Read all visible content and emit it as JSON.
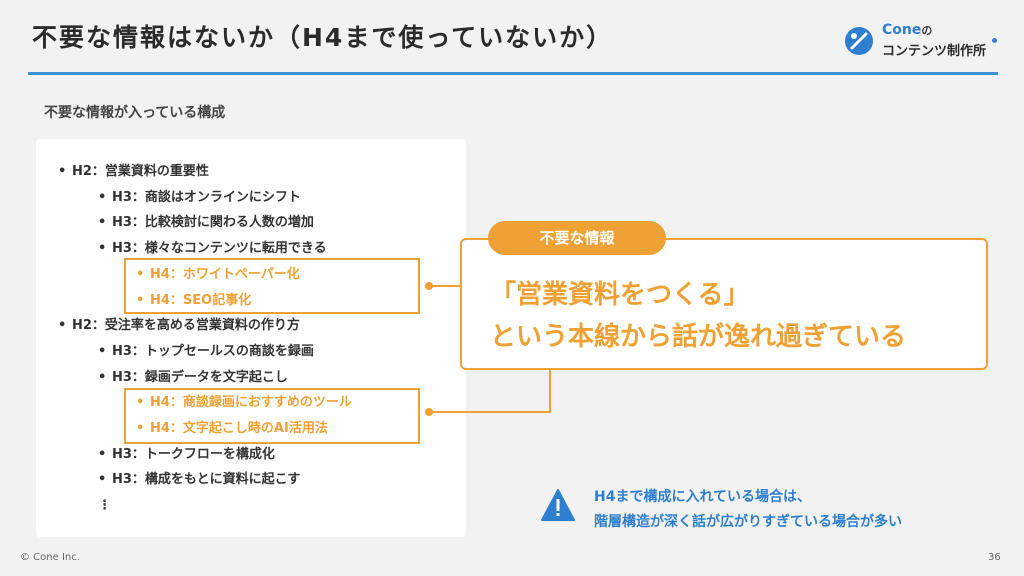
{
  "title": "不要な情報はないか（H4まで使っていないか）",
  "logo": {
    "brand": "Cone",
    "brand_suffix": "の",
    "sub": "コンテンツ制作所"
  },
  "subtitle": "不要な情報が入っている構成",
  "outline": [
    {
      "level": "h2",
      "text": "H2：営業資料の重要性"
    },
    {
      "level": "h3",
      "text": "H3：商談はオンラインにシフト"
    },
    {
      "level": "h3",
      "text": "H3：比較検討に関わる人数の増加"
    },
    {
      "level": "h3",
      "text": "H3：様々なコンテンツに転用できる"
    },
    {
      "level": "h4",
      "text": "H4：ホワイトペーパー化"
    },
    {
      "level": "h4",
      "text": "H4：SEO記事化"
    },
    {
      "level": "h2",
      "text": "H2：受注率を高める営業資料の作り方"
    },
    {
      "level": "h3",
      "text": "H3：トップセールスの商談を録画"
    },
    {
      "level": "h3",
      "text": "H3：録画データを文字起こし"
    },
    {
      "level": "h4",
      "text": "H4：商談録画におすすめのツール"
    },
    {
      "level": "h4",
      "text": "H4：文字起こし時のAI活用法"
    },
    {
      "level": "h3",
      "text": "H3：トークフローを構成化"
    },
    {
      "level": "h3",
      "text": "H3：構成をもとに資料に起こす"
    },
    {
      "level": "more",
      "text": "⋮"
    }
  ],
  "bullet": "•",
  "callout": {
    "tag": "不要な情報",
    "line1": "「営業資料をつくる」",
    "line2": "という本線から話が逸れ過ぎている"
  },
  "warning": {
    "line1": "H4まで構成に入れている場合は、",
    "line2": "階層構造が深く話が広がりすぎている場合が多い"
  },
  "footer": {
    "copyright": "© Cone Inc.",
    "page": "36"
  },
  "colors": {
    "accent": "#f0a134",
    "blue": "#2f7fd0",
    "rule": "#3a93d8"
  }
}
